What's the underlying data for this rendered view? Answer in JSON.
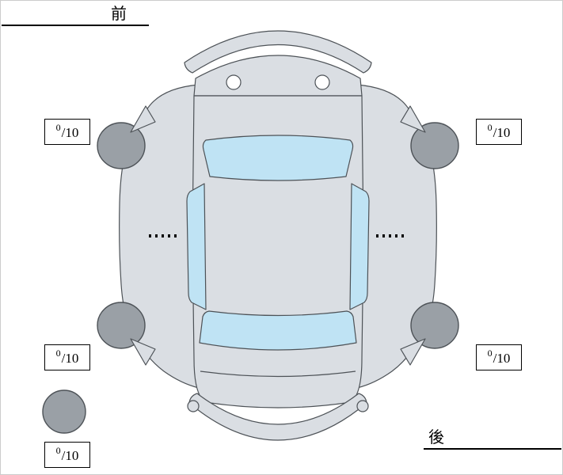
{
  "labels": {
    "front": "前",
    "rear": "後"
  },
  "tread_scores": {
    "front_left": {
      "value": "0",
      "out_of": "/10"
    },
    "front_right": {
      "value": "0",
      "out_of": "/10"
    },
    "rear_left": {
      "value": "0",
      "out_of": "/10"
    },
    "rear_right": {
      "value": "0",
      "out_of": "/10"
    },
    "spare": {
      "value": "0",
      "out_of": "/10"
    }
  },
  "diagram": {
    "type": "car-top-view",
    "parts": [
      "front-bumper",
      "front-face-panel",
      "hood",
      "windshield",
      "roof",
      "left-side-panel",
      "right-side-panel",
      "left-side-window",
      "right-side-window",
      "rear-window",
      "trunk",
      "rear-bumper",
      "wheel-front-left",
      "wheel-front-right",
      "wheel-rear-left",
      "wheel-rear-right",
      "spare-tire",
      "door-seam-dots-left",
      "door-seam-dots-right"
    ]
  },
  "colors": {
    "body": "#dadee3",
    "window": "#bfe3f4",
    "wheel": "#9aa0a6",
    "outline": "#4d5257",
    "line": "#000000",
    "background": "#ffffff"
  }
}
